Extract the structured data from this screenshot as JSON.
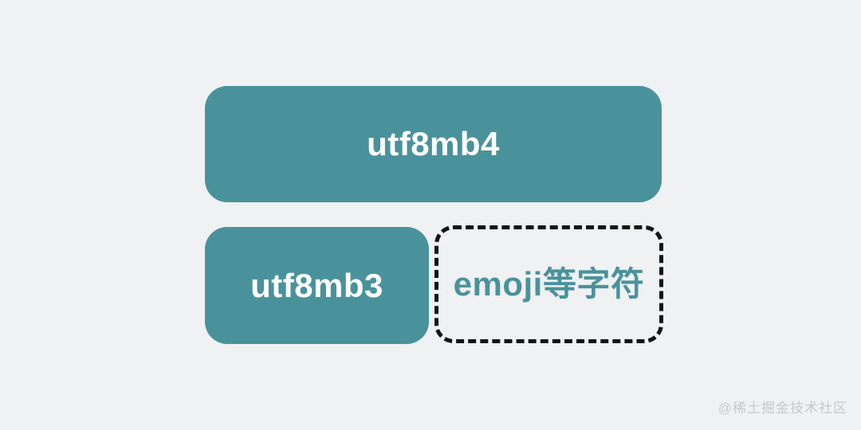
{
  "diagram": {
    "utf8mb4_label": "utf8mb4",
    "utf8mb3_label": "utf8mb3",
    "emoji_label": "emoji等字符"
  },
  "watermark": {
    "text": "@稀土掘金技术社区"
  },
  "colors": {
    "background": "#eff1f2",
    "box_teal": "#4a929b",
    "box_text_white": "#ffffff",
    "dashed_border": "#141414",
    "watermark_gray": "#c6c8ca"
  }
}
